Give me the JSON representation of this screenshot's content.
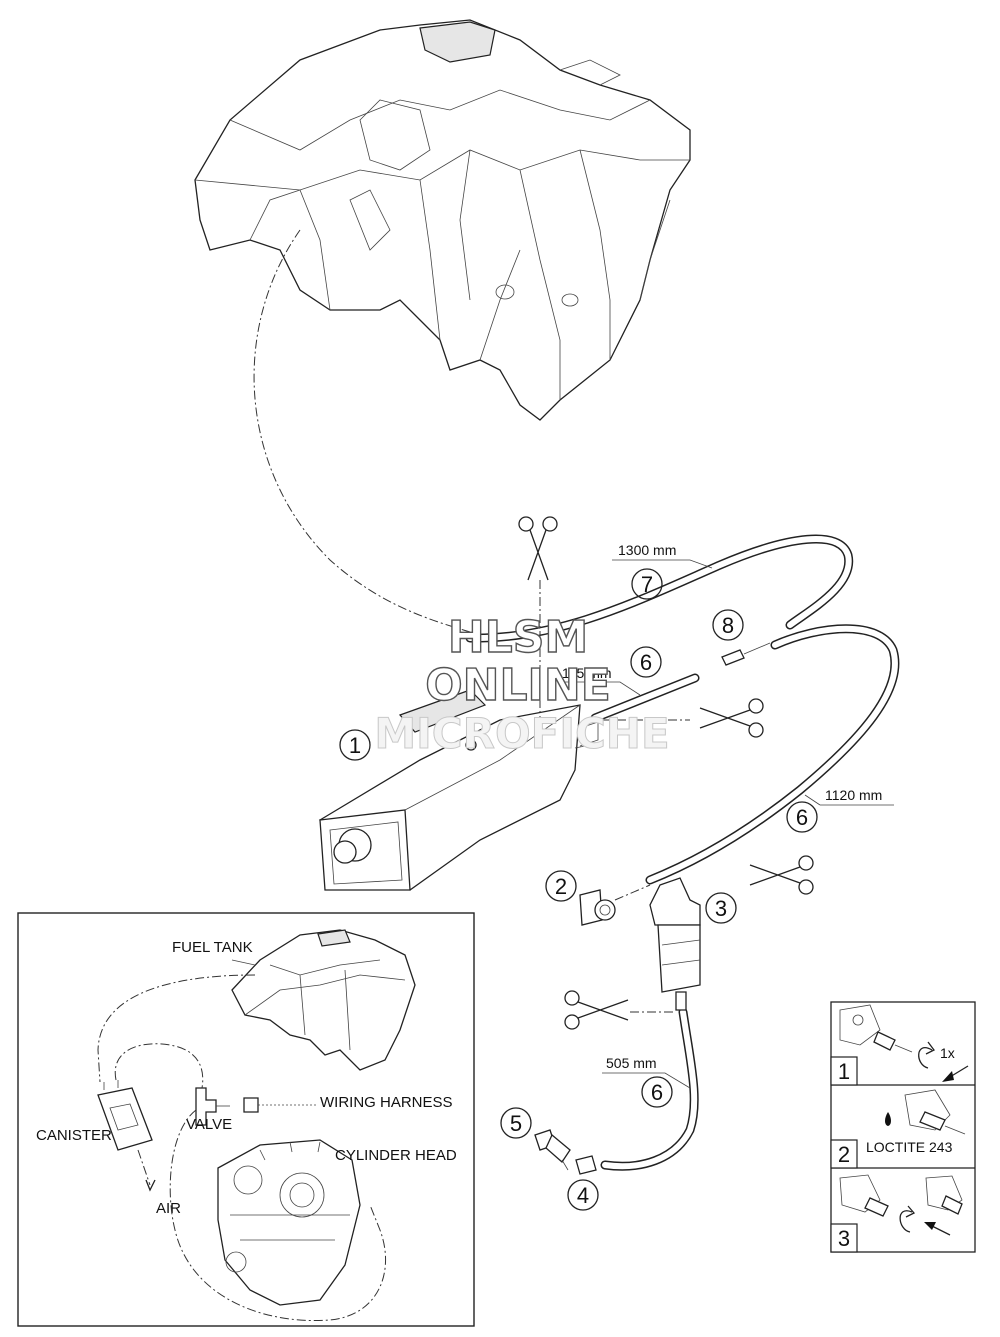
{
  "watermark": {
    "line1": "HLSM",
    "line2": "ONLINE",
    "line3": "MICROFICHE"
  },
  "callouts": {
    "c1": "1",
    "c2": "2",
    "c3": "3",
    "c4": "4",
    "c5": "5",
    "c6a": "6",
    "c6b": "6",
    "c6c": "6",
    "c7": "7",
    "c8": "8"
  },
  "dimensions": {
    "d1300": "1300 mm",
    "d115": "115 mm",
    "d1120": "1120 mm",
    "d505": "505 mm"
  },
  "inset": {
    "fuel_tank": "FUEL TANK",
    "canister": "CANISTER",
    "valve": "VALVE",
    "wiring_harness": "WIRING HARNESS",
    "cylinder_head": "CYLINDER HEAD",
    "air": "AIR"
  },
  "steps": {
    "s1": "1",
    "s2": "2",
    "s3": "3",
    "s1_note": "1x",
    "s2_note": "LOCTITE 243"
  },
  "icons": [
    "scissors-icon",
    "rotate-arrow-icon",
    "push-arrow-icon",
    "glue-drop-icon"
  ]
}
